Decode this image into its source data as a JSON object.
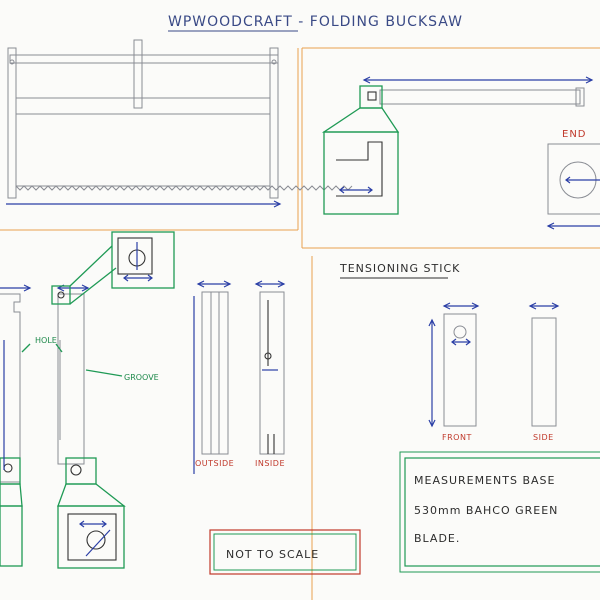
{
  "title": "WPWOODCRAFT - FOLDING BUCKSAW",
  "labels": {
    "end": "END",
    "tensioning_stick": "TENSIONING STICK",
    "front": "FRONT",
    "side": "SIDE",
    "outside": "OUTSIDE",
    "inside": "INSIDE",
    "hole": "HOLE",
    "groove": "GROOVE"
  },
  "stamp": "NOT TO SCALE",
  "note": {
    "line1": "MEASUREMENTS BASE",
    "line2": "530mm BAHCO GREEN",
    "line3": "BLADE."
  },
  "colors": {
    "title_ink": "#3a4a86",
    "dimension_ink": "#2b3fa6",
    "detail_ink": "#1f9a55",
    "label_red": "#c0392b",
    "divider_orange": "#e8a050",
    "pencil": "#8a8d94"
  }
}
